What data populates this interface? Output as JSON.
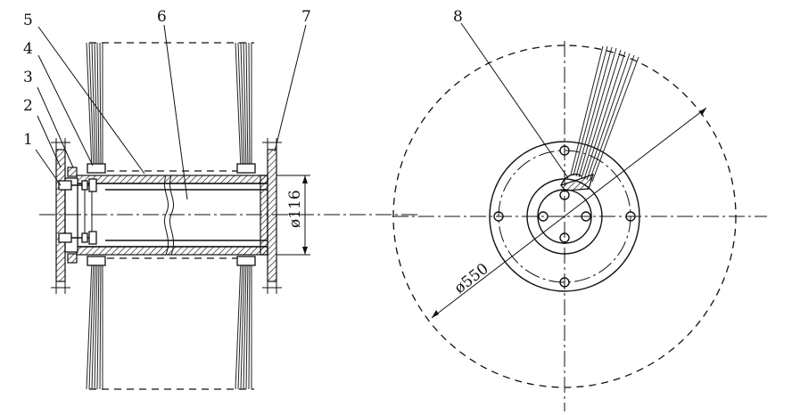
{
  "part_labels": [
    "1",
    "2",
    "3",
    "4",
    "5",
    "6",
    "7",
    "8"
  ],
  "dimensions": {
    "bore_diameter": "ø116",
    "brush_diameter": "ø550"
  },
  "colors": {
    "line": "#111111",
    "background": "#ffffff"
  }
}
